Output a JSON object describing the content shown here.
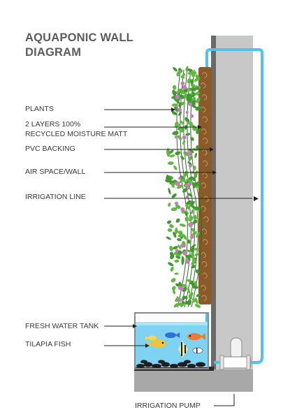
{
  "title_line1": "AQUAPONIC WALL",
  "title_line2": "DIAGRAM",
  "labels": {
    "plants": "PLANTS",
    "moisture_matt_line1": "2 LAYERS 100%",
    "moisture_matt_line2": "RECYCLED MOISTURE MATT",
    "pvc_backing": "PVC BACKING",
    "air_space": "AIR SPACE/WALL",
    "irrigation_line": "IRRIGATION LINE",
    "fresh_water_tank": "FRESH WATER TANK",
    "tilapia_fish": "TILAPIA FISH",
    "irrigation_pump": "IRRIGATION PUMP"
  },
  "colors": {
    "pipe": "#4fc3e8",
    "wall": "#c8c8c8",
    "backing": "#6a6a6a",
    "matt": "#8b5a2b",
    "leaf": "#3f9a2e",
    "flower": "#c77bbf",
    "water": "#7fd3f2",
    "base": "#a8a8a8"
  }
}
